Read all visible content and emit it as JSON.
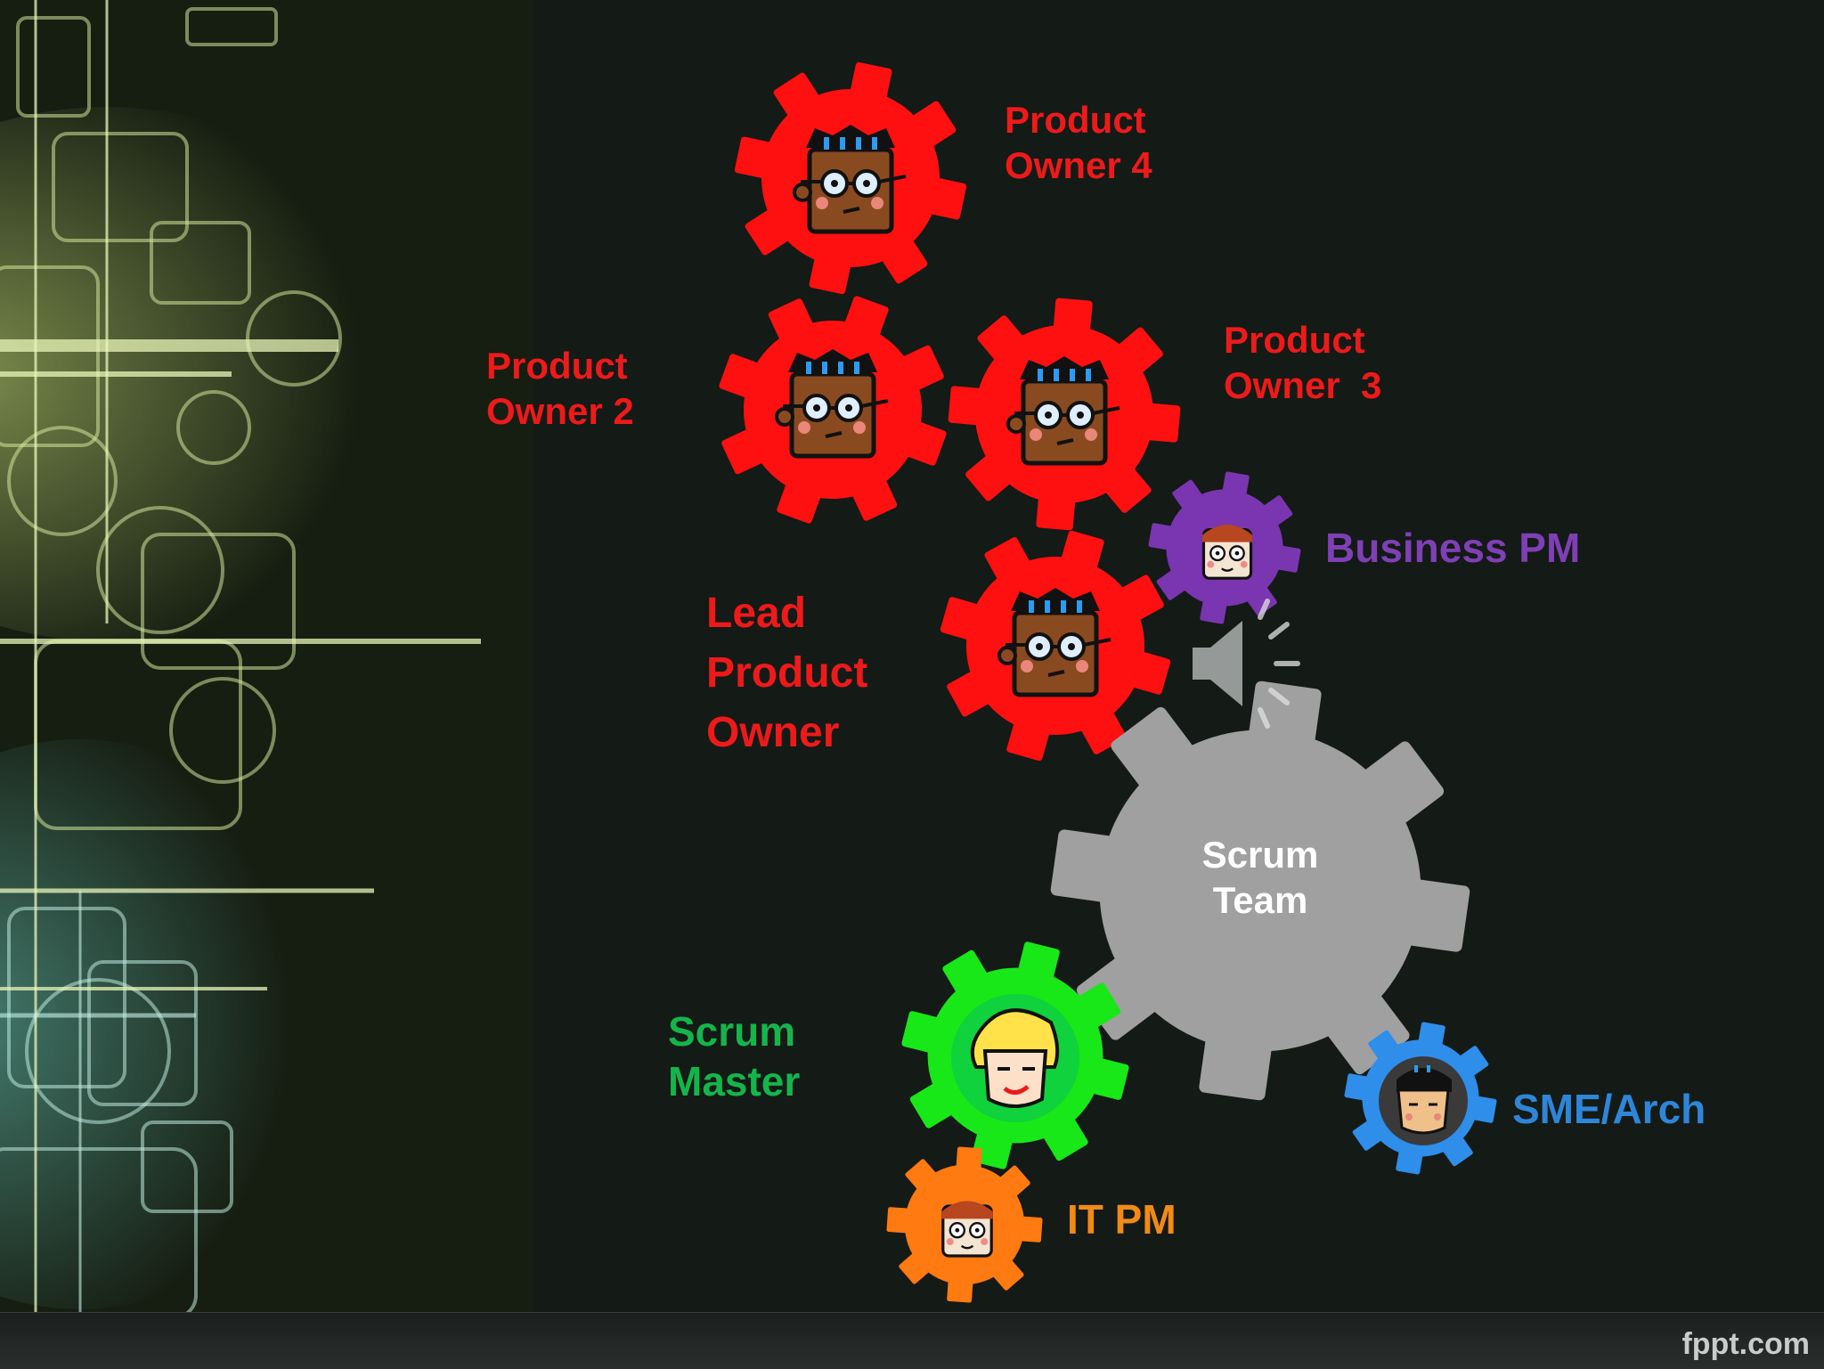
{
  "labels": {
    "product_owner_4": "Product\nOwner 4",
    "product_owner_2": "Product\nOwner 2",
    "product_owner_3": "Product\nOwner  3",
    "business_pm": "Business PM",
    "lead_product_owner": "Lead\nProduct\nOwner",
    "scrum_team": "Scrum\nTeam",
    "scrum_master": "Scrum\nMaster",
    "sme_arch": "SME/Arch",
    "it_pm": "IT PM"
  },
  "footer": {
    "brand": "fppt.com"
  },
  "colors": {
    "product_owner": "#ff1010",
    "business_pm": "#7a35b0",
    "scrum_team": "#a0a0a0",
    "scrum_master": "#18e818",
    "it_pm": "#ff7a10",
    "sme_arch": "#2e8eea",
    "background": "#141a16"
  },
  "icons": {
    "avatar": "cartoon-face-icon",
    "speaker": "speaker-icon"
  }
}
